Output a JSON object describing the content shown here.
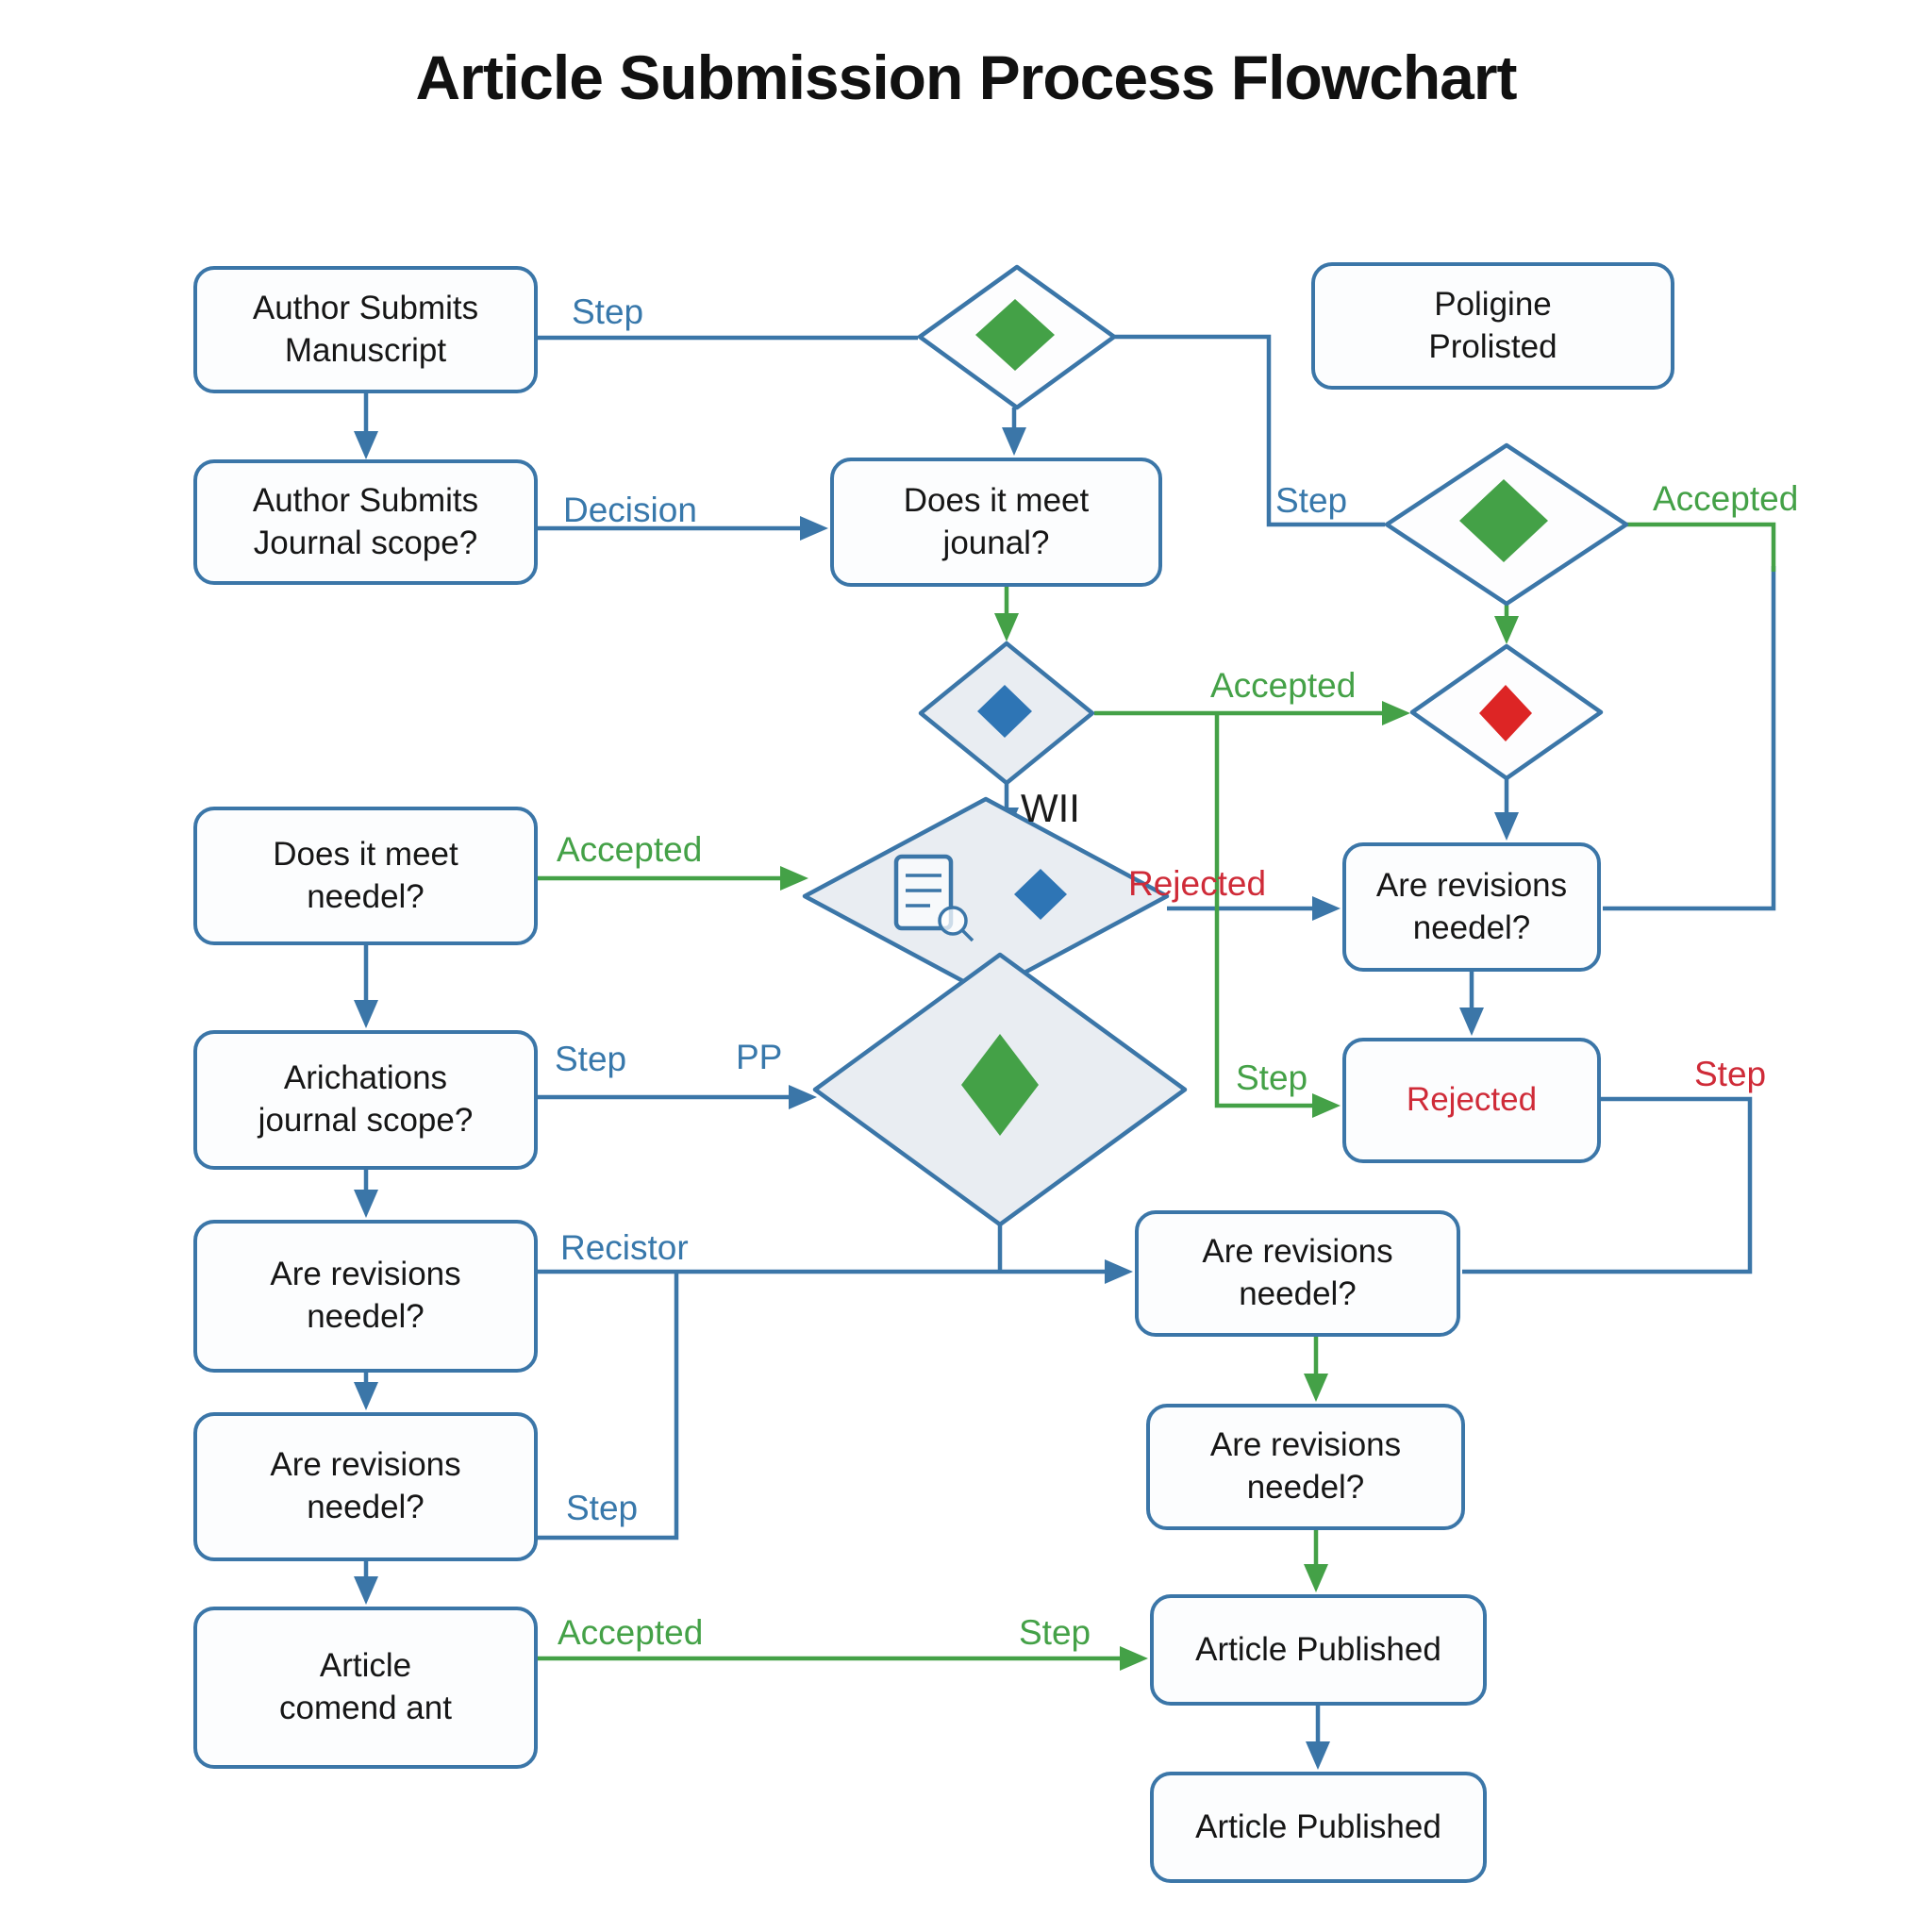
{
  "title": "Article Submission Process Flowchart",
  "colors": {
    "box_border_blue": "#3b76a8",
    "label_blue": "#3878ab",
    "green": "#44a147",
    "red": "#cf2b38",
    "inner_diamond_blue": "#2e75b5",
    "inner_diamond_green": "#44a147",
    "inner_diamond_red": "#dd2525",
    "diamond_fill_light": "#e9edf2",
    "node_text": "#161616",
    "background": "#ffffff"
  },
  "nodes": {
    "author_submits_manuscript": "Author Submits\nManuscript",
    "author_submits_journal_scope": "Author Submits\nJournal scope?",
    "does_it_meet_jounal": "Does it meet\njounal?",
    "poligine_prolisted": "Poligine\nProlisted",
    "does_it_meet_needel": "Does it meet\nneedel?",
    "arichations_journal_scope": "Arichations\njournal scope?",
    "are_revisions_needel_left_1": "Are revisions\nneedel?",
    "are_revisions_needel_left_2": "Are revisions\nneedel?",
    "article_comend_ant": "Article\ncomend ant",
    "are_revisions_needel_right_1": "Are revisions\nneedel?",
    "rejected_box": "Rejected",
    "are_revisions_needel_right_2": "Are revisions\nneedel?",
    "are_revisions_needel_right_3": "Are revisions\nneedel?",
    "article_published_1": "Article Published",
    "article_published_2": "Article Published"
  },
  "edge_labels": {
    "step_b1": "Step",
    "decision": "Decision",
    "step_mid": "Step",
    "accepted_top": "Accepted",
    "accepted_mid": "Accepted",
    "wii": "WII",
    "accepted_b3": "Accepted",
    "rejected_label": "Rejected",
    "step_b4": "Step",
    "pp": "PP",
    "step_green": "Step",
    "step_red": "Step",
    "recistor": "Recistor",
    "step_b6": "Step",
    "accepted_b7": "Accepted",
    "step_ap": "Step"
  }
}
